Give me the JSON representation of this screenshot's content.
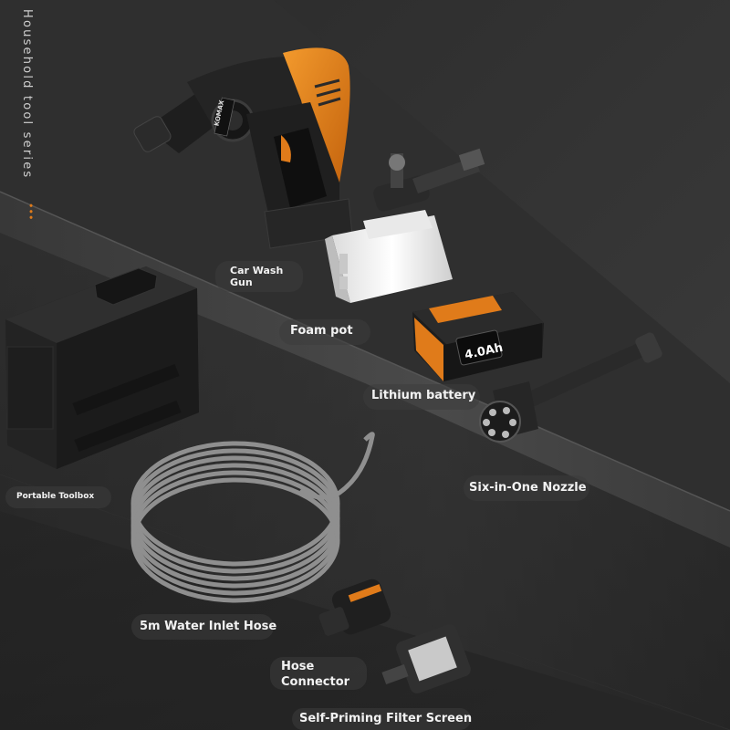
{
  "series_title": "Household tool series",
  "brand": "KOMAX",
  "battery_capacity": "4.0Ah",
  "labels": {
    "car_wash_gun": "Car Wash Gun",
    "foam_pot": "Foam pot",
    "lithium_battery": "Lithium battery",
    "six_in_one_nozzle": "Six-in-One Nozzle",
    "portable_toolbox": "Portable Toolbox",
    "water_inlet_hose": "5m Water Inlet Hose",
    "hose_connector": "Hose Connector",
    "filter_screen": "Self-Priming Filter Screen"
  },
  "colors": {
    "background": "#1a1a1a",
    "accent_orange": "#e07b1a",
    "tool_black": "#222222",
    "foam_white": "#ececec",
    "label_text": "#f2f2f2"
  }
}
